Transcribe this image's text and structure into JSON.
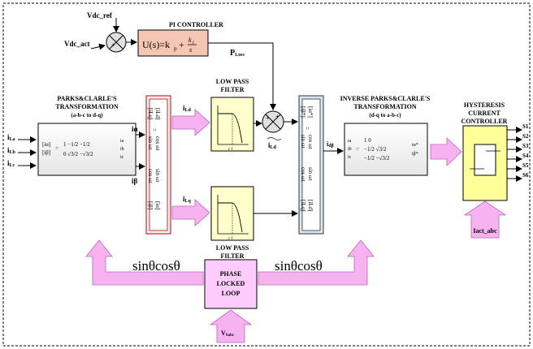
{
  "labels": {
    "vdc_ref": "Vdc_ref",
    "vdc_act": "Vdc_act",
    "pi_title": "PI CONTROLLER",
    "pi_formula": "U(s)=k",
    "pi_sub_p": "p",
    "pi_plus": "+",
    "pi_ki": "k",
    "pi_ki_sub": "i",
    "pi_s": "s",
    "ploss_main": "P",
    "ploss_sub": "Loss",
    "parks_title_1": "PARKS&CLARLE'S",
    "parks_title_2": "TRANSFORMATION",
    "parks_title_3": "(a-b-c to d-q)",
    "ia": "i",
    "ia_sub": "La",
    "ib": "i",
    "ib_sub": "Lb",
    "ic": "i",
    "ic_sub": "Lc",
    "i_alpha": "iα",
    "i_beta": "iβ",
    "lpf_top_title_1": "LOW PASS",
    "lpf_top_title_2": "FILTER",
    "lpf_bot_title_1": "LOW PASS",
    "lpf_bot_title_2": "FILTER",
    "ild": "i",
    "ild_sub": "Ld",
    "ilq": "i",
    "ilq_sub": "Lq",
    "ild_tilde": "i",
    "ild_tilde_sub": "Ld",
    "idq": "i",
    "idq_sub": "dβ",
    "cutoff_label": "c  f",
    "inv_title_1": "INVERSE PARKS&CLARLE'S",
    "inv_title_2": "TRANSFORMATION",
    "inv_title_3": "(d-q to a-b-c)",
    "hcc_title_1": "HYSTERESIS",
    "hcc_title_2": "CURRENT",
    "hcc_title_3": "CONTROLLER",
    "iact_abc": "Iact_abc",
    "switches": [
      "S1",
      "S2",
      "S3",
      "S4",
      "S5",
      "S6"
    ],
    "sincos_left": "sinθcosθ",
    "sincos_right": "sinθcosθ",
    "pll_1": "PHASE",
    "pll_2": "LOCKED",
    "pll_3": "LOOP",
    "vsabc": "V",
    "vsabc_sub": "Sabc",
    "plus": "+",
    "minus": "-",
    "rot_matrix_1": "cos ωt",
    "rot_matrix_2": "sin ωt",
    "rot_matrix_3": "sin ωt",
    "rot_matrix_4": "cos ωt",
    "clarke_r1": "1   −1/2    −1/2",
    "clarke_r2": "0   √3/2   −√3/2",
    "invc_r1": "1          0",
    "invc_r2": "−1/2    √3/2",
    "invc_r3": "−1/2   −√3/2"
  },
  "colors": {
    "pi_fill": "#f5c6b3",
    "lpf_fill": "#ffffcc",
    "hcc_fill": "#ffff99",
    "pll_fill": "#ffccff",
    "arrow_pink": "#f7b3f0",
    "rot_fill": "#f2f2f2",
    "inv_rot_fill": "#dde6f0",
    "border_dash": "#333333"
  }
}
